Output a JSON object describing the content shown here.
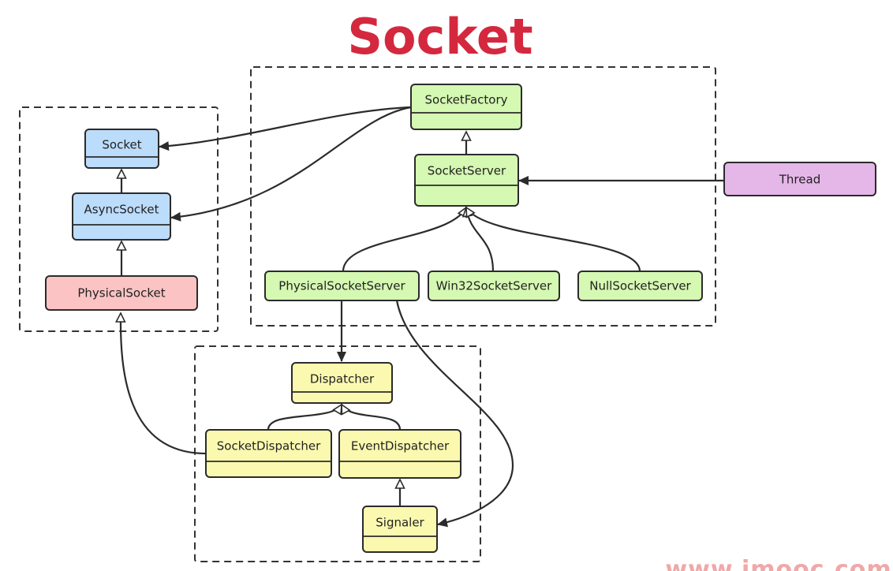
{
  "title": "Socket",
  "watermark": "www.imooc.com",
  "colors": {
    "title": "#d4283e",
    "watermark": "#f0a8a8",
    "blue": "#bcdcfb",
    "green": "#d5f8b2",
    "yellow": "#fbf9b0",
    "pink": "#fbc3c4",
    "purple": "#e5b7e8"
  },
  "nodes": {
    "socket": "Socket",
    "async_socket": "AsyncSocket",
    "physical_socket": "PhysicalSocket",
    "socket_factory": "SocketFactory",
    "socket_server": "SocketServer",
    "thread": "Thread",
    "physical_socket_server": "PhysicalSocketServer",
    "win32_socket_server": "Win32SocketServer",
    "null_socket_server": "NullSocketServer",
    "dispatcher": "Dispatcher",
    "socket_dispatcher": "SocketDispatcher",
    "event_dispatcher": "EventDispatcher",
    "signaler": "Signaler"
  },
  "edges": [
    {
      "from": "socket_factory",
      "to": "socket",
      "type": "association"
    },
    {
      "from": "socket_factory",
      "to": "async_socket",
      "type": "association"
    },
    {
      "from": "async_socket",
      "to": "socket",
      "type": "inheritance"
    },
    {
      "from": "physical_socket",
      "to": "async_socket",
      "type": "inheritance"
    },
    {
      "from": "socket_server",
      "to": "socket_factory",
      "type": "inheritance"
    },
    {
      "from": "thread",
      "to": "socket_server",
      "type": "association"
    },
    {
      "from": "physical_socket_server",
      "to": "socket_server",
      "type": "inheritance"
    },
    {
      "from": "win32_socket_server",
      "to": "socket_server",
      "type": "inheritance"
    },
    {
      "from": "null_socket_server",
      "to": "socket_server",
      "type": "inheritance"
    },
    {
      "from": "physical_socket_server",
      "to": "dispatcher",
      "type": "association"
    },
    {
      "from": "physical_socket_server",
      "to": "signaler",
      "type": "association"
    },
    {
      "from": "socket_dispatcher",
      "to": "dispatcher",
      "type": "inheritance"
    },
    {
      "from": "event_dispatcher",
      "to": "dispatcher",
      "type": "inheritance"
    },
    {
      "from": "socket_dispatcher",
      "to": "physical_socket",
      "type": "inheritance"
    },
    {
      "from": "signaler",
      "to": "event_dispatcher",
      "type": "inheritance"
    }
  ]
}
